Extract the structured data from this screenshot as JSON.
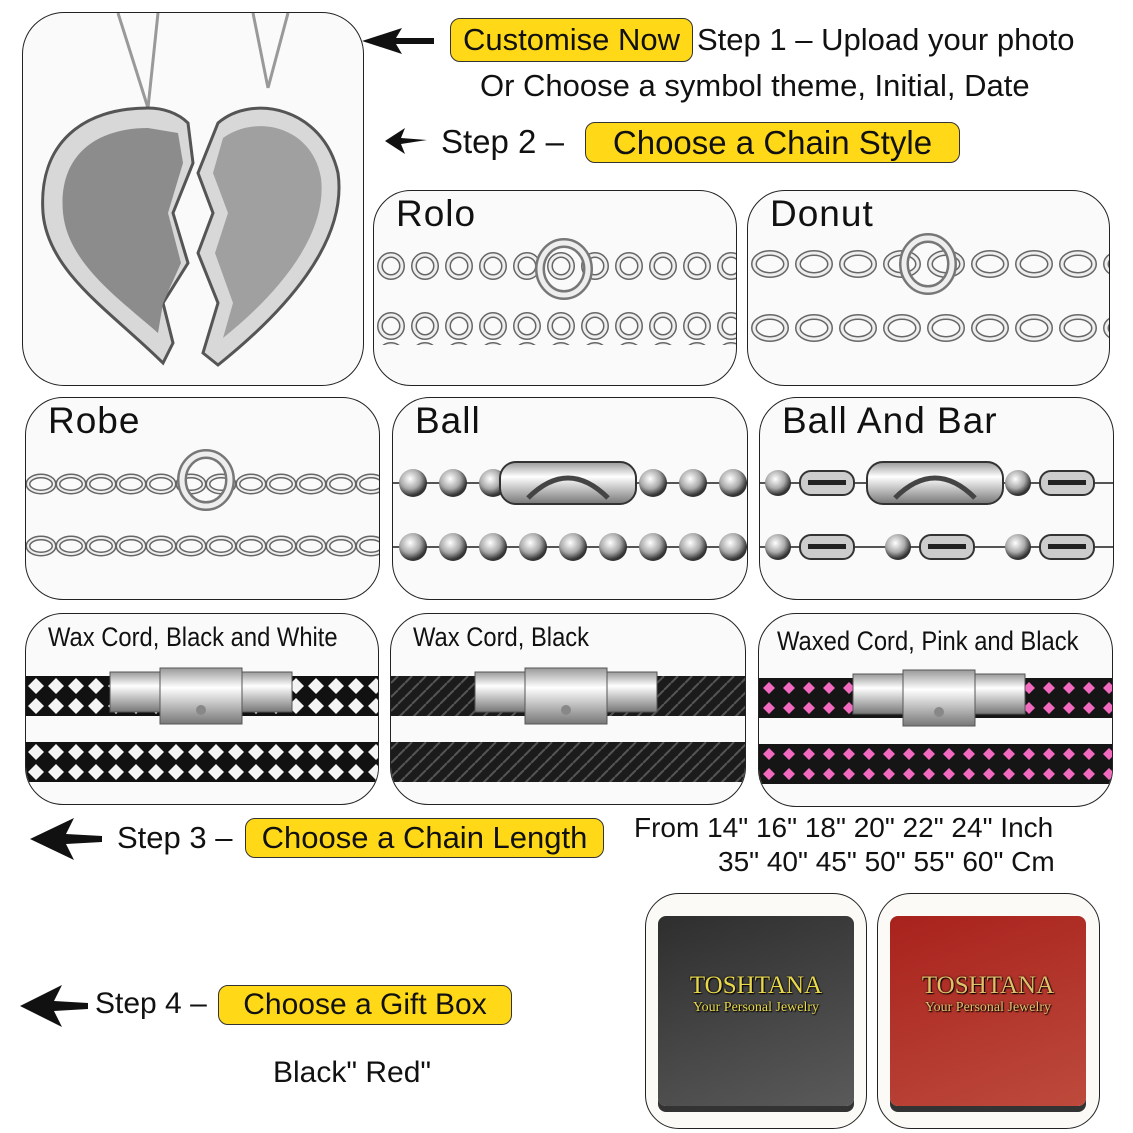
{
  "step1": {
    "button": "Customise Now",
    "text": "Step 1 – Upload your photo",
    "subtext": "Or Choose a symbol theme, Initial, Date"
  },
  "step2": {
    "label": "Step 2 –",
    "button": "Choose a Chain Style"
  },
  "chains": [
    {
      "name": "Rolo"
    },
    {
      "name": "Donut"
    },
    {
      "name": "Robe"
    },
    {
      "name": "Ball"
    },
    {
      "name": "Ball And Bar"
    },
    {
      "name": "Wax Cord, Black and White"
    },
    {
      "name": "Wax Cord, Black"
    },
    {
      "name": "Waxed Cord, Pink and Black"
    }
  ],
  "step3": {
    "label": "Step 3 –",
    "button": "Choose a Chain Length",
    "lengths_inch": "From 14\" 16\" 18\" 20\" 22\" 24\" Inch",
    "lengths_cm": "35\" 40\" 45\" 50\" 55\" 60\" Cm"
  },
  "step4": {
    "label": "Step 4 –",
    "button": "Choose a Gift Box",
    "options": "Black\" Red\""
  },
  "giftbox": {
    "brand": "TOSHTANA",
    "tagline": "Your Personal Jewelry"
  },
  "colors": {
    "highlight": "#ffd918",
    "black_box": "#3a3a3a",
    "red_box": "#b3281f",
    "pink_cord": "#f26ac0"
  }
}
